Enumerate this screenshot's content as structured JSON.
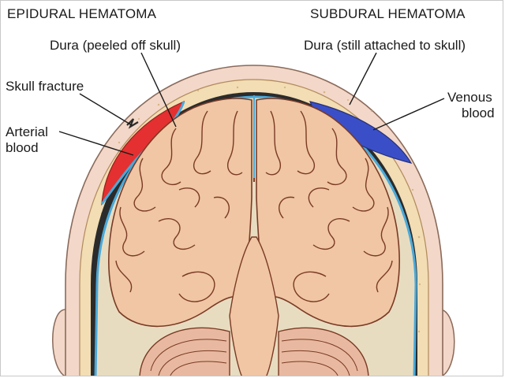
{
  "titles": {
    "left": "EPIDURAL HEMATOMA",
    "right": "SUBDURAL HEMATOMA"
  },
  "labels": {
    "dura_left": "Dura (peeled off skull)",
    "skull_fracture": "Skull fracture",
    "arterial_line1": "Arterial",
    "arterial_line2": "blood",
    "dura_right": "Dura (still attached to skull)",
    "venous_line1": "Venous",
    "venous_line2": "blood"
  },
  "colors": {
    "skin": "#f3d7c8",
    "skull": "#f2ddb4",
    "dura": "#4aa9d9",
    "brain": "#f0c6a4",
    "brain_outline": "#7a3a24",
    "arterial_blood": "#e43030",
    "venous_blood": "#3a4fc7",
    "dark_gap": "#2b2b2b"
  }
}
